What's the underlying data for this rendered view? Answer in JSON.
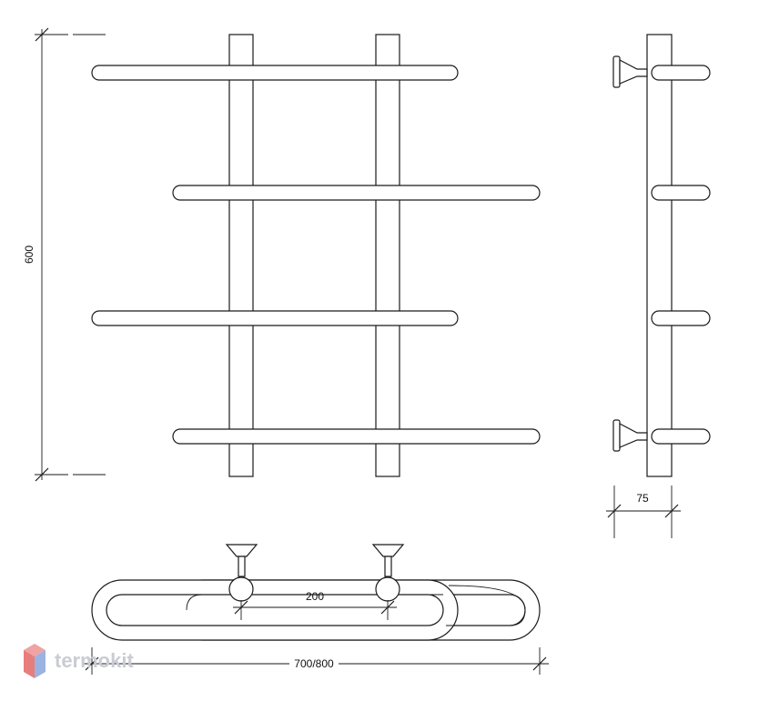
{
  "dimensions": {
    "height": "600",
    "depth": "75",
    "pipe_spacing": "200",
    "width": "700/800"
  },
  "logo": {
    "text": "termokit",
    "icon": "hexagon-logo-icon",
    "colors": {
      "top": "#f0a3a3",
      "left": "#e77d7d",
      "right": "#9bb3e0",
      "bottom": "#7a9ad6"
    }
  },
  "line_color": "#1a1a1a"
}
